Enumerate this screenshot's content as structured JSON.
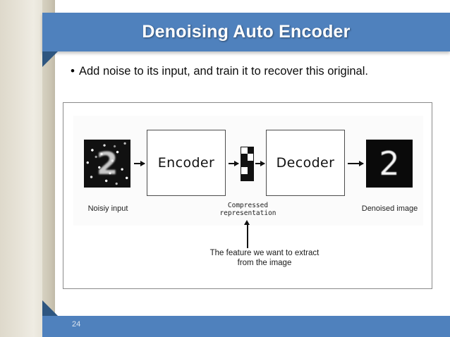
{
  "slide": {
    "title": "Denoising Auto Encoder",
    "page_number": "24",
    "accent_color": "#4f81bd",
    "fold_color": "#2e5680",
    "side_band_color": "#e6e2d6"
  },
  "body": {
    "bullet_marker": "•",
    "bullets": [
      "Add noise to its input, and train it to recover this original."
    ]
  },
  "figure": {
    "noisy_input": {
      "caption": "Noisiy input",
      "digit": "2"
    },
    "encoder": {
      "label": "Encoder"
    },
    "compressed": {
      "caption_line1": "Compressed",
      "caption_line2": "representation",
      "grid": [
        [
          "white",
          "black"
        ],
        [
          "black",
          "white"
        ],
        [
          "black",
          "black"
        ],
        [
          "white",
          "black"
        ],
        [
          "black",
          "black"
        ]
      ]
    },
    "decoder": {
      "label": "Decoder"
    },
    "denoised_output": {
      "caption": "Denoised image",
      "digit": "2"
    },
    "annotation": "The feature we want to extract from the image"
  }
}
